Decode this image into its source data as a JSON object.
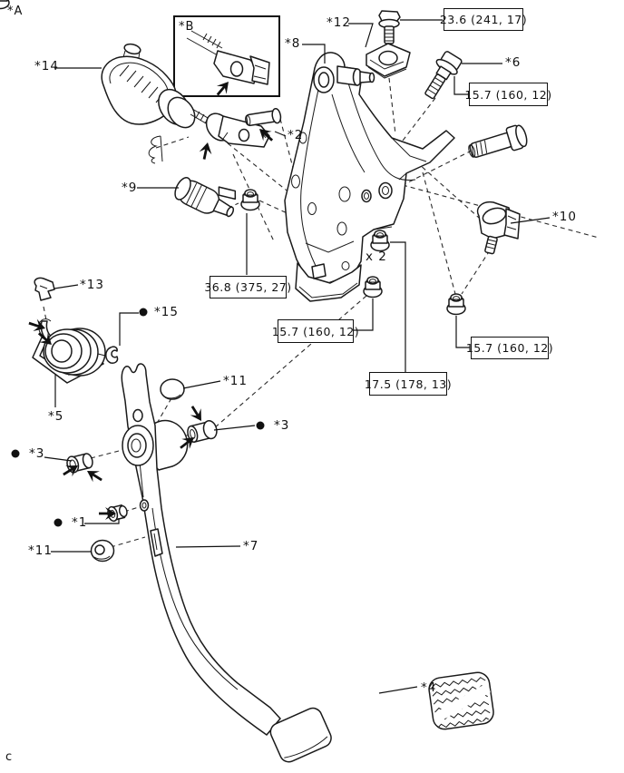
{
  "figure": {
    "view_label": "*A",
    "inset_label": "*B",
    "footer_label": "c",
    "quantity_note": "x 2",
    "callouts": [
      {
        "ref": "*14"
      },
      {
        "ref": "*8"
      },
      {
        "ref": "*12"
      },
      {
        "ref": "*6"
      },
      {
        "ref": "*2"
      },
      {
        "ref": "*9"
      },
      {
        "ref": "*10"
      },
      {
        "ref": "*13"
      },
      {
        "ref": "*15",
        "bullet": true
      },
      {
        "ref": "*5"
      },
      {
        "ref": "*11"
      },
      {
        "ref": "*3",
        "bullet": true
      },
      {
        "ref": "*3",
        "bullet": true
      },
      {
        "ref": "*1",
        "bullet": true
      },
      {
        "ref": "*11"
      },
      {
        "ref": "*7"
      },
      {
        "ref": "*4"
      }
    ],
    "torque_specs": [
      {
        "text": "23.6 (241, 17)"
      },
      {
        "text": "15.7 (160, 12)"
      },
      {
        "text": "36.8 (375, 27)"
      },
      {
        "text": "15.7 (160, 12)"
      },
      {
        "text": "15.7 (160, 12)"
      },
      {
        "text": "17.5 (178, 13)"
      }
    ],
    "colors": {
      "line": "#1a1a1a",
      "background": "#ffffff"
    }
  }
}
